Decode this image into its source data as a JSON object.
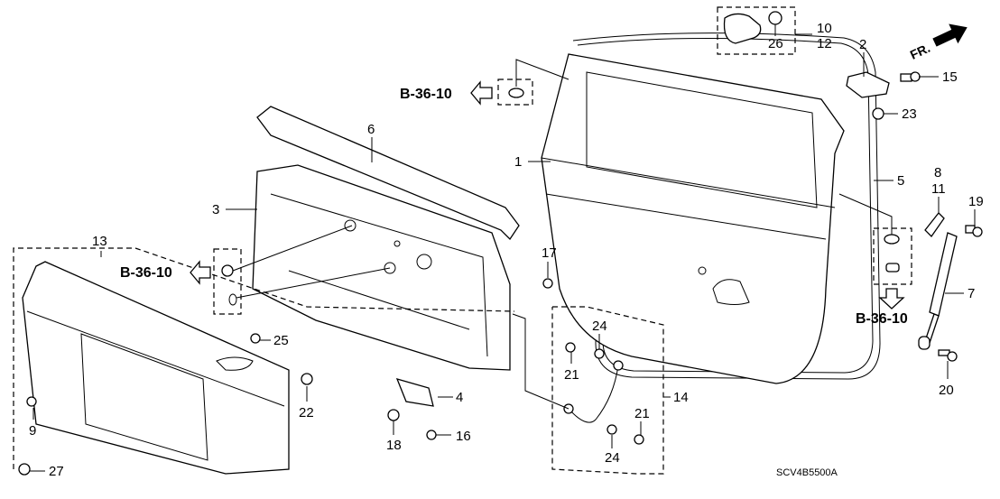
{
  "diagram": {
    "title_code": "SCV4B5500A",
    "direction_marker": "FR.",
    "reference_label": "B-36-10",
    "callouts": [
      {
        "id": "1",
        "label": "1"
      },
      {
        "id": "2",
        "label": "2"
      },
      {
        "id": "3",
        "label": "3"
      },
      {
        "id": "4",
        "label": "4"
      },
      {
        "id": "5",
        "label": "5"
      },
      {
        "id": "6",
        "label": "6"
      },
      {
        "id": "7",
        "label": "7"
      },
      {
        "id": "8",
        "label": "8"
      },
      {
        "id": "9",
        "label": "9"
      },
      {
        "id": "10",
        "label": "10"
      },
      {
        "id": "11",
        "label": "11"
      },
      {
        "id": "12",
        "label": "12"
      },
      {
        "id": "13",
        "label": "13"
      },
      {
        "id": "14",
        "label": "14"
      },
      {
        "id": "15",
        "label": "15"
      },
      {
        "id": "16",
        "label": "16"
      },
      {
        "id": "17",
        "label": "17"
      },
      {
        "id": "18",
        "label": "18"
      },
      {
        "id": "19",
        "label": "19"
      },
      {
        "id": "20",
        "label": "20"
      },
      {
        "id": "21a",
        "label": "21"
      },
      {
        "id": "21b",
        "label": "21"
      },
      {
        "id": "22",
        "label": "22"
      },
      {
        "id": "23",
        "label": "23"
      },
      {
        "id": "24a",
        "label": "24"
      },
      {
        "id": "24b",
        "label": "24"
      },
      {
        "id": "25",
        "label": "25"
      },
      {
        "id": "26",
        "label": "26"
      },
      {
        "id": "27",
        "label": "27"
      }
    ],
    "references": [
      {
        "label": "B-36-10",
        "arrow": "left"
      },
      {
        "label": "B-36-10",
        "arrow": "left"
      },
      {
        "label": "B-36-10",
        "arrow": "down"
      }
    ]
  }
}
